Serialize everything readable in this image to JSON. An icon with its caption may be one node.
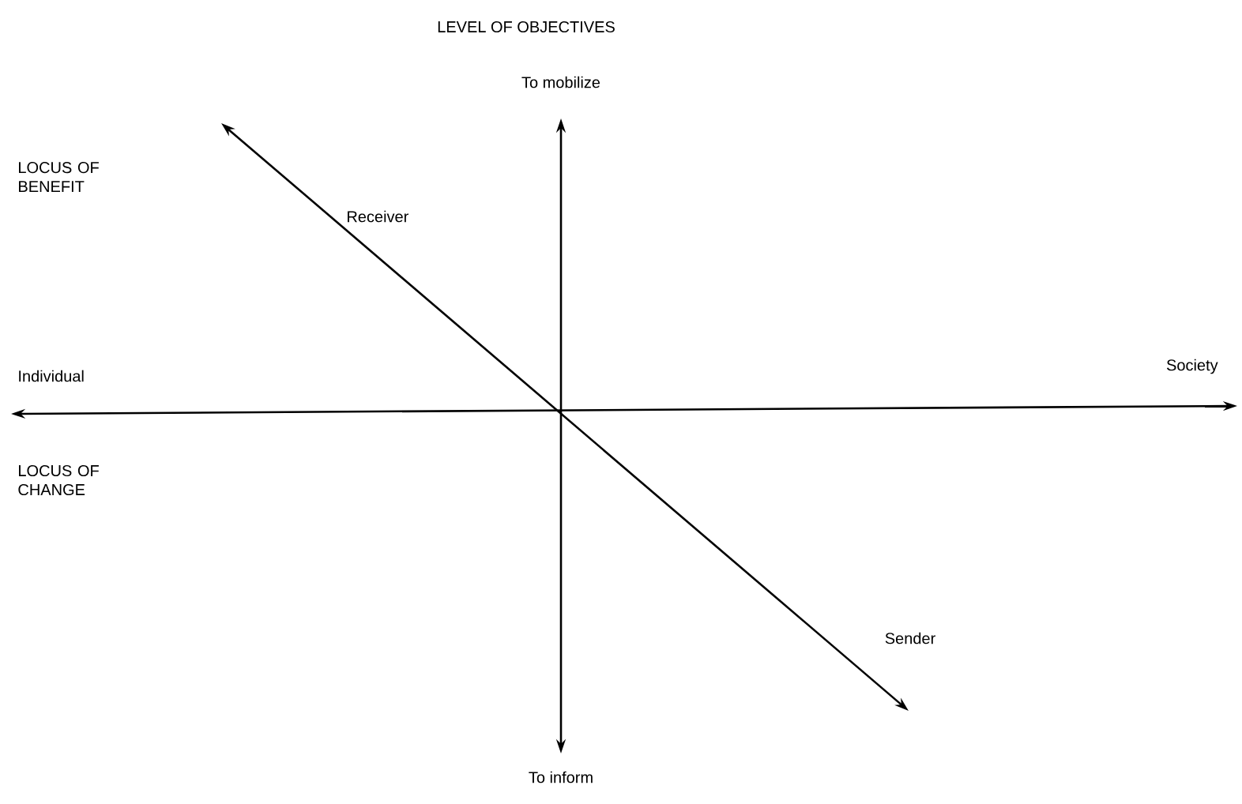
{
  "diagram": {
    "title": "LEVEL OF OBJECTIVES",
    "labels": [
      "To mobilize",
      "LOCUS OF BENEFIT",
      "Receiver",
      "Individual",
      "Society",
      "LOCUS OF CHANGE",
      "Sender",
      "To inform"
    ]
  }
}
